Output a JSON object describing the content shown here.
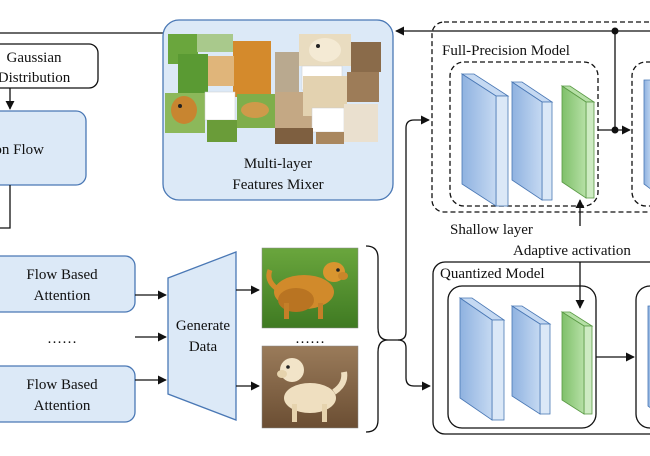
{
  "nodes": {
    "gaussian": {
      "line1": "Gaussian",
      "line2": "Distribution"
    },
    "flow": {
      "label": "Normalization Flow"
    },
    "mixer": {
      "line1": "Multi-layer",
      "line2": "Features Mixer"
    },
    "full_precision": {
      "label": "Full-Precision Model"
    },
    "shallow_layer": {
      "label": "Shallow layer"
    },
    "adaptive_activation": {
      "label": "Adaptive activation"
    },
    "quantized": {
      "label": "Quantized Model"
    },
    "attention_top": {
      "line1": "Flow Based",
      "line2": "Attention"
    },
    "attention_bottom": {
      "line1": "Flow Based",
      "line2": "Attention"
    },
    "dots_left": {
      "label": "……"
    },
    "dots_right": {
      "label": "……"
    },
    "generate": {
      "line1": "Generate",
      "line2": "Data"
    }
  },
  "colors": {
    "box_fill": "#dce9f7",
    "box_stroke": "#4a78b5",
    "layer_blue": "#aec8ea",
    "layer_green": "#9cd089",
    "grass": "#4f8f2e",
    "dog": "#c98a2e"
  }
}
